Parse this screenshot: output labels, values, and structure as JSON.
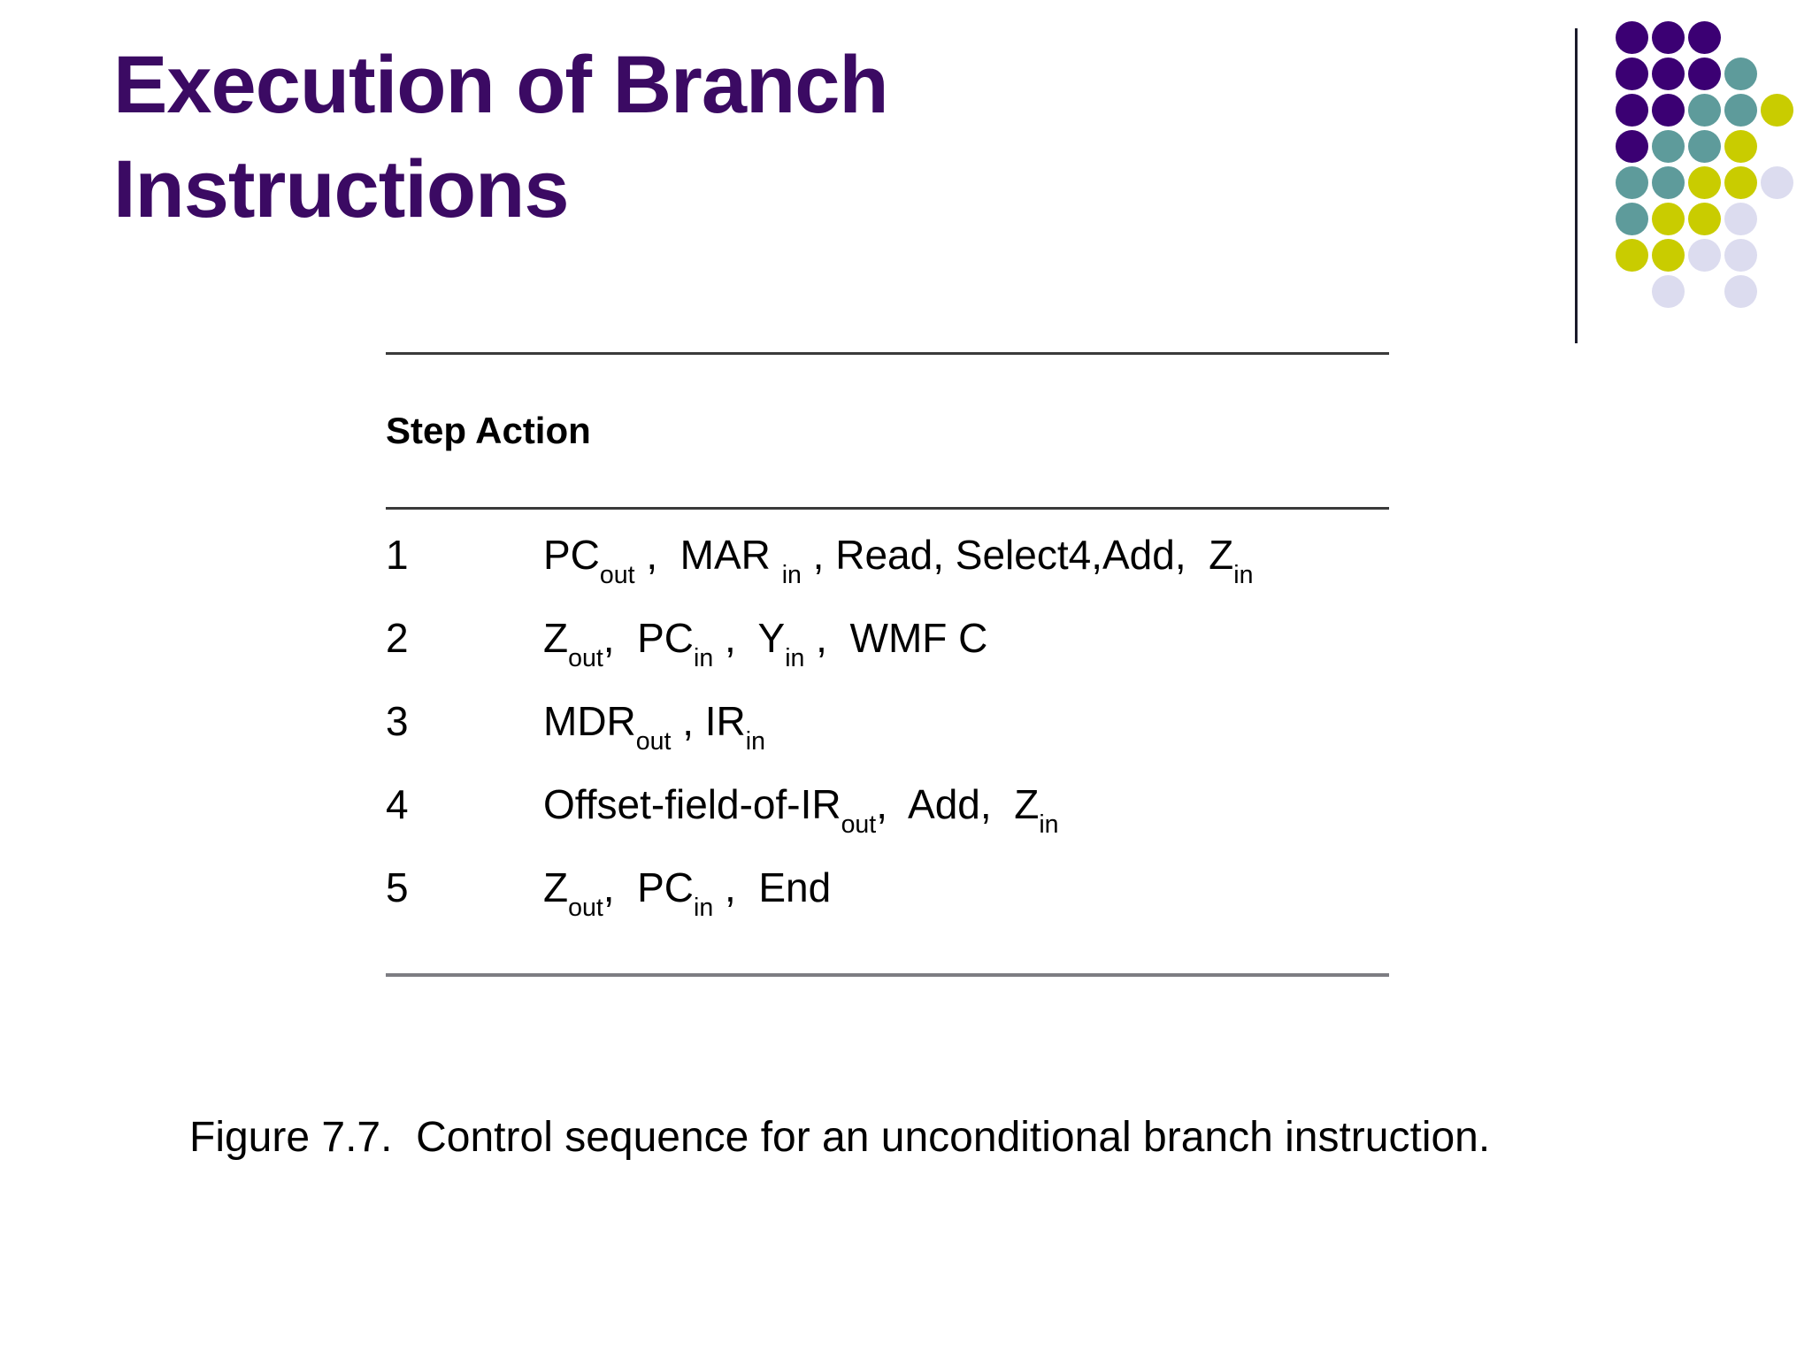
{
  "slide": {
    "title": "Execution of Branch Instructions",
    "title_color": "#3b0a63",
    "background_color": "#ffffff"
  },
  "logo": {
    "name": "dot-matrix-logo",
    "colors": {
      "purple": "#3b0073",
      "teal": "#5e9b9b",
      "yellow": "#c9cc00",
      "lavender": "#dcdcef",
      "rule": "#1b1b2b"
    },
    "grid": [
      [
        "purple",
        "purple",
        "purple",
        "",
        ""
      ],
      [
        "purple",
        "purple",
        "purple",
        "teal",
        ""
      ],
      [
        "purple",
        "purple",
        "teal",
        "teal",
        "yellow"
      ],
      [
        "purple",
        "teal",
        "teal",
        "yellow",
        ""
      ],
      [
        "teal",
        "teal",
        "yellow",
        "yellow",
        "lavender"
      ],
      [
        "teal",
        "yellow",
        "yellow",
        "lavender",
        ""
      ],
      [
        "yellow",
        "yellow",
        "lavender",
        "lavender",
        ""
      ],
      [
        "",
        "lavender",
        "",
        "lavender",
        ""
      ]
    ]
  },
  "table": {
    "header": "Step Action",
    "rows": [
      {
        "step": "1",
        "action_parts": [
          {
            "t": "PC",
            "s": ""
          },
          {
            "t": "",
            "s": "out"
          },
          {
            "t": " ,  MAR ",
            "s": ""
          },
          {
            "t": "",
            "s": "in"
          },
          {
            "t": " , Read, Select4,Add,  Z",
            "s": ""
          },
          {
            "t": "",
            "s": "in"
          }
        ],
        "action_plain": "PCout ,  MAR in , Read, Select4,Add,  Zin"
      },
      {
        "step": "2",
        "action_parts": [
          {
            "t": "Z",
            "s": ""
          },
          {
            "t": "",
            "s": "out"
          },
          {
            "t": ",  PC",
            "s": ""
          },
          {
            "t": "",
            "s": "in"
          },
          {
            "t": " ,  Y",
            "s": ""
          },
          {
            "t": "",
            "s": "in"
          },
          {
            "t": " ,  WMF C",
            "s": ""
          }
        ],
        "action_plain": "Zout,  PCin ,  Yin ,  WMF C"
      },
      {
        "step": "3",
        "action_parts": [
          {
            "t": "MDR",
            "s": ""
          },
          {
            "t": "",
            "s": "out"
          },
          {
            "t": " , IR",
            "s": ""
          },
          {
            "t": "",
            "s": "in"
          }
        ],
        "action_plain": "MDRout , IRin"
      },
      {
        "step": "4",
        "action_parts": [
          {
            "t": "Offset-field-of-IR",
            "s": ""
          },
          {
            "t": "",
            "s": "out"
          },
          {
            "t": ",  Add,  Z",
            "s": ""
          },
          {
            "t": "",
            "s": "in"
          }
        ],
        "action_plain": "Offset-field-of-IRout,  Add,  Zin"
      },
      {
        "step": "5",
        "action_parts": [
          {
            "t": "Z",
            "s": ""
          },
          {
            "t": "",
            "s": "out"
          },
          {
            "t": ",  PC",
            "s": ""
          },
          {
            "t": "",
            "s": "in"
          },
          {
            "t": " ,  End",
            "s": ""
          }
        ],
        "action_plain": "Zout,  PCin ,  End"
      }
    ]
  },
  "caption": "Figure 7.7.  Control sequence for an unconditional branch instruction."
}
